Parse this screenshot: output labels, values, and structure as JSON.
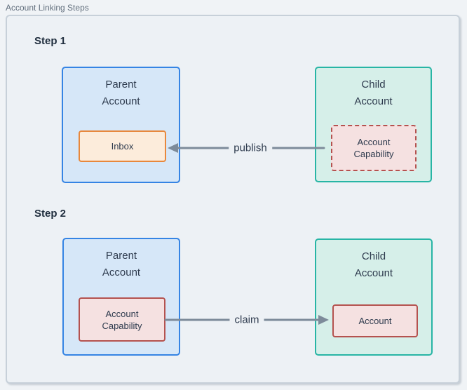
{
  "frame": {
    "title": "Account Linking Steps"
  },
  "colors": {
    "page-bg": "#f0f3f6",
    "container-bg": "#edf1f5",
    "container-border": "#c7d0d9",
    "text-dark": "#2e3b4e",
    "label-gray": "#63707e",
    "blue-border": "#3584e4",
    "blue-fill": "#d6e7f8",
    "teal-border": "#28b5a5",
    "teal-fill": "#d6efe9",
    "orange-border": "#e8883c",
    "orange-fill": "#fcecdb",
    "red-border": "#b5524f",
    "red-fill": "#f5e1e1",
    "arrow-gray": "#7d8b9a"
  },
  "steps": [
    {
      "heading": "Step 1",
      "parent": {
        "title": "Parent Account",
        "inner": "Inbox"
      },
      "child": {
        "title": "Child Account",
        "inner": "Account Capability"
      },
      "arrow": {
        "label": "publish",
        "direction": "left",
        "from": "child-account-capability",
        "to": "parent-inbox"
      }
    },
    {
      "heading": "Step 2",
      "parent": {
        "title": "Parent Account",
        "inner": "Account Capability"
      },
      "child": {
        "title": "Child Account",
        "inner": "Account"
      },
      "arrow": {
        "label": "claim",
        "direction": "right",
        "from": "parent-account-capability",
        "to": "child-account"
      }
    }
  ]
}
